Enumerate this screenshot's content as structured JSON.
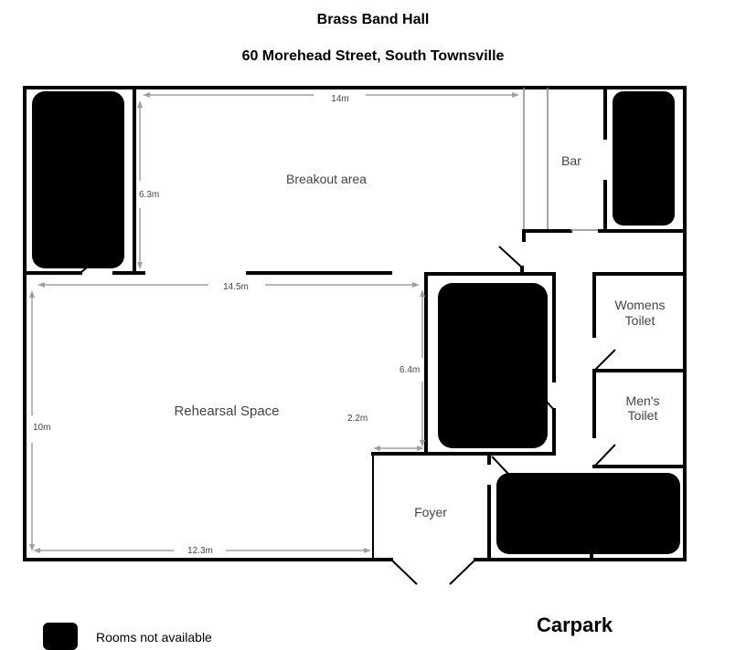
{
  "header": {
    "title": "Brass Band Hall",
    "address": "60 Morehead Street, South Townsville"
  },
  "rooms": {
    "breakout": "Breakout area",
    "bar": "Bar",
    "womens_toilet_line1": "Womens",
    "womens_toilet_line2": "Toilet",
    "mens_toilet_line1": "Men's",
    "mens_toilet_line2": "Toilet",
    "rehearsal": "Rehearsal Space",
    "foyer": "Foyer"
  },
  "dimensions": {
    "breakout_width": "14m",
    "breakout_depth": "6.3m",
    "rehearsal_width_top": "14.5m",
    "rehearsal_depth": "10m",
    "rehearsal_width_bottom": "12.3m",
    "notch_depth": "6.4m",
    "notch_width": "2.2m"
  },
  "legend": {
    "unavailable_label": "Rooms not available",
    "unavailable_color": "#000000"
  },
  "outside": {
    "carpark": "Carpark"
  }
}
